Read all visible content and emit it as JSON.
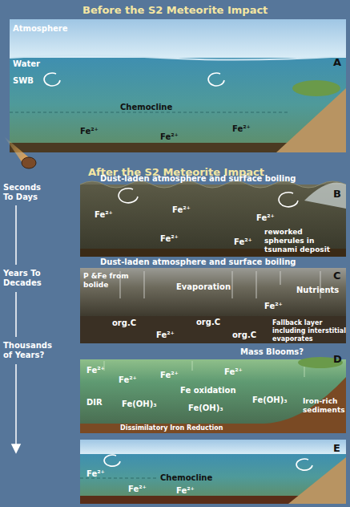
{
  "diagram": {
    "title": "Before the S2 Meteorite Impact",
    "labels": [
      "A",
      "Atmosphere",
      "Water",
      "SWB",
      "Chemocline",
      "Fe²⁺",
      "Fe²⁺",
      "Fe²⁺",
      "After the S2 Meteorite Impact",
      "Seconds To Days",
      "Dust-laden atmosphere and surface boiling",
      "Fe²⁺",
      "Fe²⁺",
      "Fe²⁺",
      "Fe²⁺",
      "Fe²⁺",
      "reworked spherules in tsunami deposit",
      "B",
      "Years To Decades",
      "Dust-laden atmosphere and surface boiling",
      "P &Fe from bolide",
      "Evaporation",
      "Nutrients",
      "org.C",
      "Fe²⁺",
      "org.C",
      "Fe²⁺",
      "org.C",
      "Fallback layer including interstitial evaporates",
      "C",
      "Thousands of Years?",
      "Mass Blooms?",
      "D",
      "Fe²⁺",
      "Fe²⁺",
      "Fe²⁺",
      "Fe²⁺",
      "Fe oxidation",
      "DIR",
      "Fe(OH)₃",
      "Fe(OH)₃",
      "Fe(OH)₃",
      "Dissimilatory Iron Reduction",
      "Iron-rich sediments",
      "E",
      "Fe²⁺",
      "Fe²⁺",
      "Chemocline",
      "Fe²⁺"
    ]
  }
}
